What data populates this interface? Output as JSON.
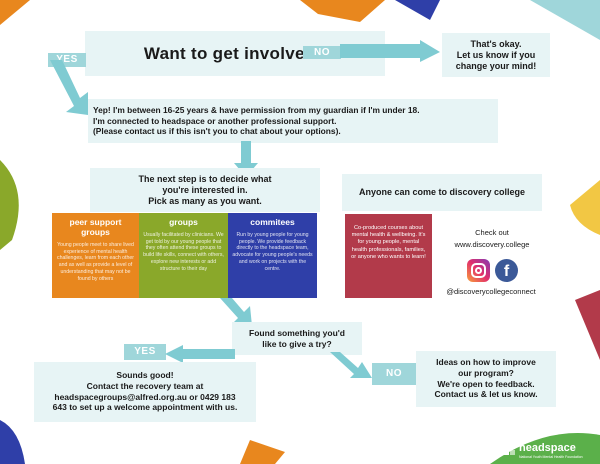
{
  "colors": {
    "light_box": "#e7f4f5",
    "tag": "#9fd6da",
    "arrow": "#7fcbd2",
    "peer": "#e8871e",
    "groups": "#8aa82a",
    "committees": "#2f3fa8",
    "discovery": "#b23a4a",
    "brand_green": "#5bb04a"
  },
  "header": {
    "question": "Want to get involved?",
    "yes": "YES",
    "no": "NO",
    "no_answer": "That's okay.\nLet us know if you\nchange your mind!"
  },
  "eligibility": {
    "line1": "Yep! I'm between 16-25 years & have permission from my guardian if I'm under 18.",
    "line2": "I'm connected to headspace or another professional support.",
    "line3": "(Please contact us if this isn't you to chat about your options)."
  },
  "next_step": {
    "text": "The next step is to decide what\nyou're interested in.\nPick as many as you want."
  },
  "columns": [
    {
      "title": "peer support groups",
      "body": "Young people meet to share lived experience of mental health challenges, learn from each other and as well as provide a level of understanding that may not be found by others"
    },
    {
      "title": "groups",
      "body": "Usually facilitated by clinicians. We get told by our young people that they often attend these groups to build life skills, connect with others, explore new interests or add structure to their day"
    },
    {
      "title": "commitees",
      "body": "Run by young people for young people. We provide feedback directly to the headspace team, advocate for young people's needs and work on projects with the centre."
    }
  ],
  "discovery": {
    "title": "Anyone can come to discovery college",
    "box_text": "Co-produced courses about mental health & wellbeing. It's for young people, mental health professionals, families, or anyone who wants to learn!",
    "check_out": "Check out",
    "url": "www.discovery.college",
    "handle": "@discoverycollegeconnect",
    "icons": [
      "instagram-icon",
      "facebook-icon"
    ]
  },
  "found": {
    "question": "Found something you'd\nlike to give a try?",
    "yes": "YES",
    "no": "NO"
  },
  "yes_answer": "Sounds good!\nContact the recovery team at\nheadspacegroups@alfred.org.au or 0429 183\n643 to set up a welcome appointment with us.",
  "no_answer": "Ideas on how to improve\nour program?\nWe're open to feedback.\nContact us & let us know.",
  "logo": {
    "name": "headspace",
    "tagline": "National Youth Mental Health Foundation"
  }
}
